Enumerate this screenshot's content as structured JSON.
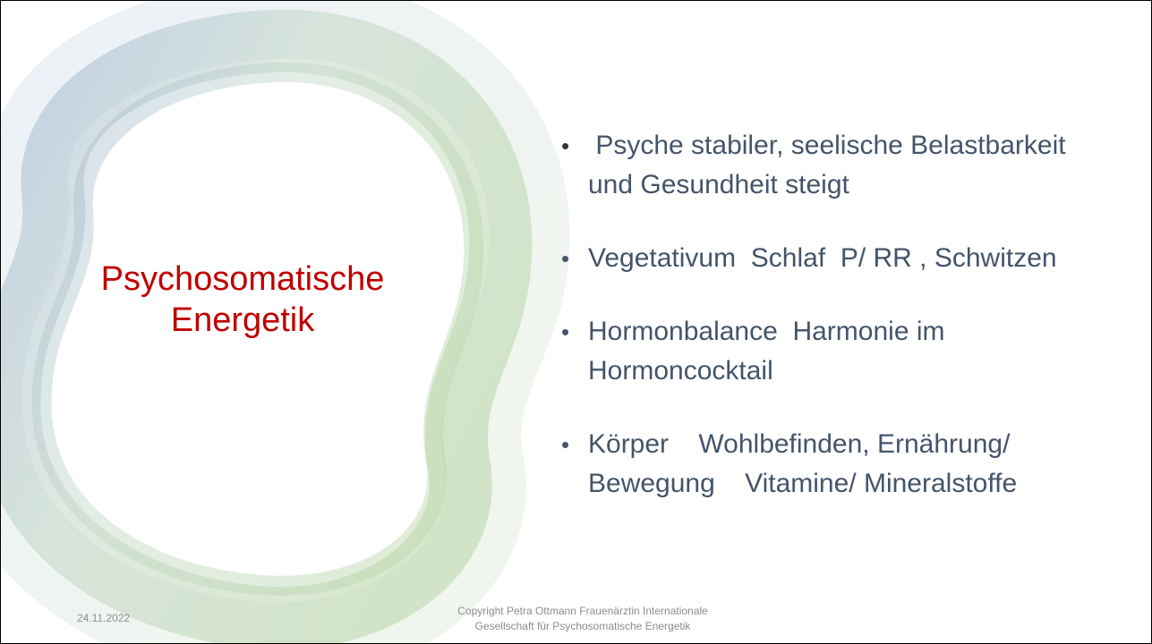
{
  "slide": {
    "title_lines": [
      "Psychosomatische",
      "Energetik"
    ],
    "bullets": [
      {
        "bullet": "•",
        "lines": [
          " Psyche stabiler, seelische Belastbarkeit",
          "und Gesundheit steigt"
        ]
      },
      {
        "bullet": "•",
        "lines": [
          "Vegetativum  Schlaf  P/ RR , Schwitzen"
        ]
      },
      {
        "bullet": "•",
        "lines": [
          "Hormonbalance  Harmonie im",
          "Hormoncocktail"
        ]
      },
      {
        "bullet": "•",
        "lines": [
          "Körper    Wohlbefinden, Ernährung/",
          "Bewegung    Vitamine/ Mineralstoffe"
        ]
      }
    ],
    "footer": {
      "date": "24.11.2022",
      "copyright_lines": [
        "Copyright Petra Ottmann Frauenärztin Internationale",
        "Gesellschaft für Psychosomatische Energetik"
      ]
    }
  },
  "colors": {
    "title": "#c00000",
    "body_text": "#44546a",
    "footer_text": "#8c8c8c",
    "swirl_blue": "#9fb4d6",
    "swirl_green": "#b9d6a8"
  }
}
